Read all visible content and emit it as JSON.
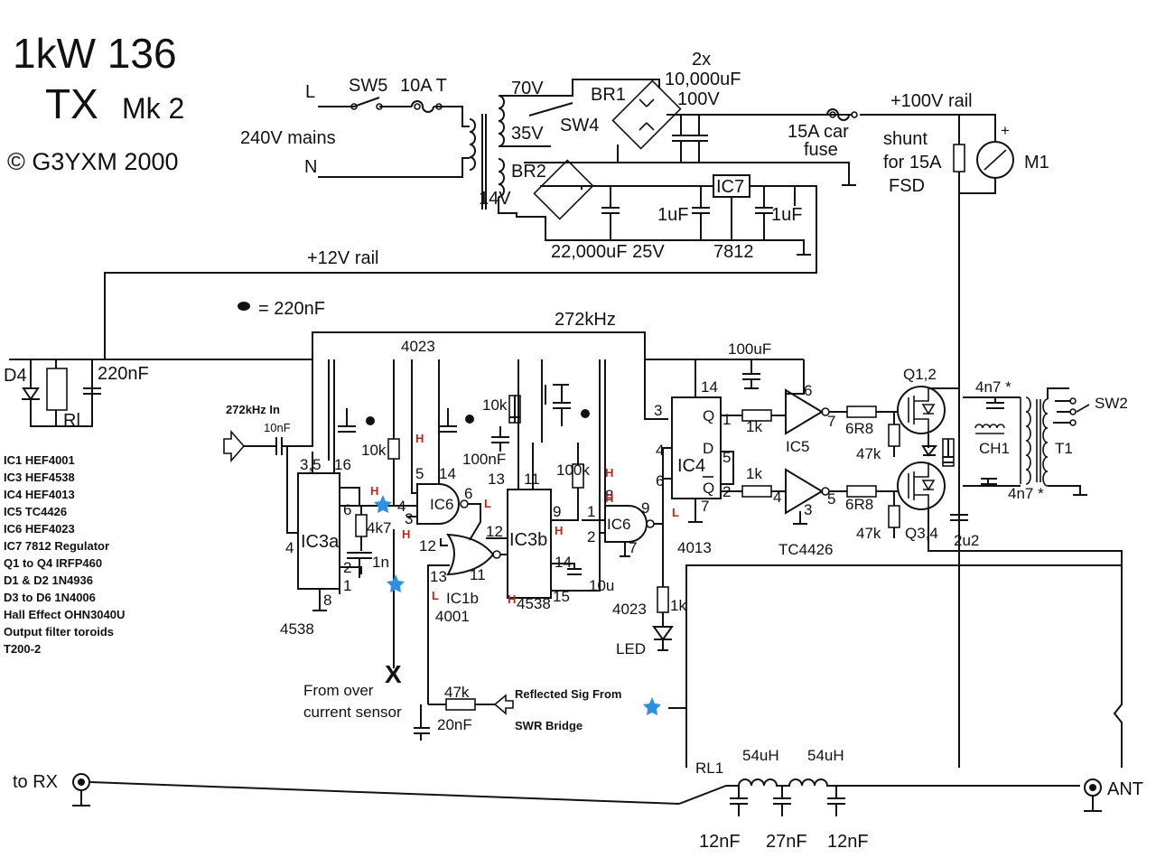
{
  "title": {
    "line1": "1kW 136",
    "line2": "TX",
    "line2b": "Mk 2",
    "copyright": "© G3YXM 2000"
  },
  "power": {
    "mains_L": "L",
    "mains_N": "N",
    "mains": "240V mains",
    "sw5": "SW5",
    "fuse": "10A T",
    "tap70": "70V",
    "tap35": "35V",
    "sw4": "SW4",
    "tap14": "14V",
    "br1": "BR1",
    "br2": "BR2",
    "caps_top1": "2x",
    "caps_top2": "10,000uF",
    "caps_top3": "100V",
    "car_fuse1": "15A car",
    "car_fuse2": "fuse",
    "rail100": "+100V rail",
    "shunt1": "shunt",
    "shunt2": "for 15A",
    "shunt3": "FSD",
    "meter": "M1",
    "ic7": "IC7",
    "c1u_a": "1uF",
    "c1u_b": "1uF",
    "c22000": "22,000uF 25V",
    "reg": "7812",
    "rail12": "+12V rail",
    "legend_220": "= 220nF"
  },
  "input": {
    "d4": "D4",
    "rl": "Rl",
    "c220": "220nF",
    "in_label": "272kHz In",
    "c10n": "10nF",
    "freq": "272kHz",
    "ic_4023_top": "4023"
  },
  "parts_list": [
    "IC1 HEF4001",
    "IC3 HEF4538",
    "IC4 HEF4013",
    "IC5 TC4426",
    "IC6 HEF4023",
    "IC7 7812 Regulator",
    "Q1 to Q4 IRFP460",
    "D1 & D2 1N4936",
    "D3 to D6 1N4006",
    "Hall Effect OHN3040U",
    "Output filter toroids",
    "T200-2"
  ],
  "logic": {
    "ic3a": "IC3a",
    "ic3a_type": "4538",
    "r10k_a": "10k",
    "r4k7": "4k7",
    "c1n": "1n",
    "ic6a": "IC6",
    "ic1b": "IC1b",
    "ic1b_type": "4001",
    "ic3b": "IC3b",
    "ic3b_type": "4538",
    "r10k_b": "10k",
    "c100n": "100nF",
    "r100k": "100k",
    "c10u": "10u",
    "ic6b": "IC6",
    "ic6b_type": "4023",
    "r1k_led": "1k",
    "led": "LED",
    "ic4": "IC4",
    "ic4_type": "4013",
    "q": "Q",
    "qbar": "Q",
    "d": "D",
    "ic5": "IC5",
    "ic5_type": "TC4426",
    "c100u": "100uF",
    "r1k_a": "1k",
    "r1k_b": "1k",
    "r6r8_a": "6R8",
    "r6r8_b": "6R8",
    "r47k_a": "47k",
    "r47k_b": "47k",
    "q12": "Q1,2",
    "q34": "Q3,4",
    "c2u2": "2u2",
    "c4n7_a": "4n7 *",
    "c4n7_b": "4n7 *",
    "ch1": "CH1",
    "t1": "T1",
    "sw2": "SW2"
  },
  "pins": {
    "p35": "3,5",
    "p16": "16",
    "p6": "6",
    "p4": "4",
    "p2": "2",
    "p1": "1",
    "p8": "8",
    "g5": "5",
    "g14": "14",
    "g6": "6",
    "g4": "4",
    "g3": "3",
    "n12": "12",
    "n13": "13",
    "n11": "11",
    "b13": "13",
    "b11": "11",
    "b9": "9",
    "b14": "14",
    "b15": "15",
    "b1": "1",
    "b2": "2",
    "c8": "8",
    "c9": "9",
    "c7": "7",
    "ff3": "3",
    "ff14": "14",
    "ff4": "4",
    "ff6": "6",
    "ff1": "1",
    "ff5": "5",
    "ff2": "2",
    "ff7": "7",
    "ib6": "6",
    "ib7": "7",
    "ib4": "4",
    "ib3": "3",
    "ib5": "5",
    "n12b": "12",
    "b1b": "1",
    "b2b": "2"
  },
  "logic_levels": {
    "H": "H",
    "L": "L"
  },
  "overcurrent": {
    "line1": "From over",
    "line2": "current sensor",
    "marker": "X"
  },
  "swr": {
    "r47k": "47k",
    "c20n": "20nF",
    "line1": "Reflected Sig From",
    "line2": "SWR Bridge"
  },
  "output": {
    "to_rx": "to RX",
    "rl1": "RL1",
    "l1": "54uH",
    "l2": "54uH",
    "c12a": "12nF",
    "c27": "27nF",
    "c12b": "12nF",
    "ant": "ANT"
  }
}
